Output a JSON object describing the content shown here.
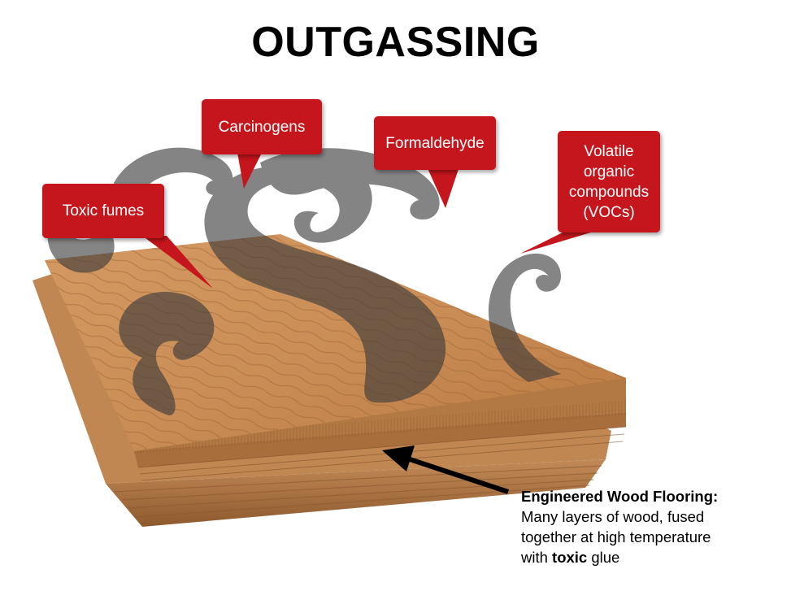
{
  "title": "OUTGASSING",
  "callouts": {
    "toxic_fumes": "Toxic fumes",
    "carcinogens": "Carcinogens",
    "formaldehyde": "Formaldehyde",
    "vocs": [
      "Volatile",
      "organic",
      "compounds",
      "(VOCs)"
    ]
  },
  "caption": {
    "heading": "Engineered Wood Flooring:",
    "line1": "Many layers of wood, fused",
    "line2": "together at high temperature",
    "line3_prefix": "with ",
    "line3_bold": "toxic",
    "line3_suffix": " glue"
  },
  "colors": {
    "callout": "#c4161c",
    "smoke": "#4a4a4a",
    "wood_top": "#c98c55",
    "wood_edge": "#a96f3e"
  }
}
